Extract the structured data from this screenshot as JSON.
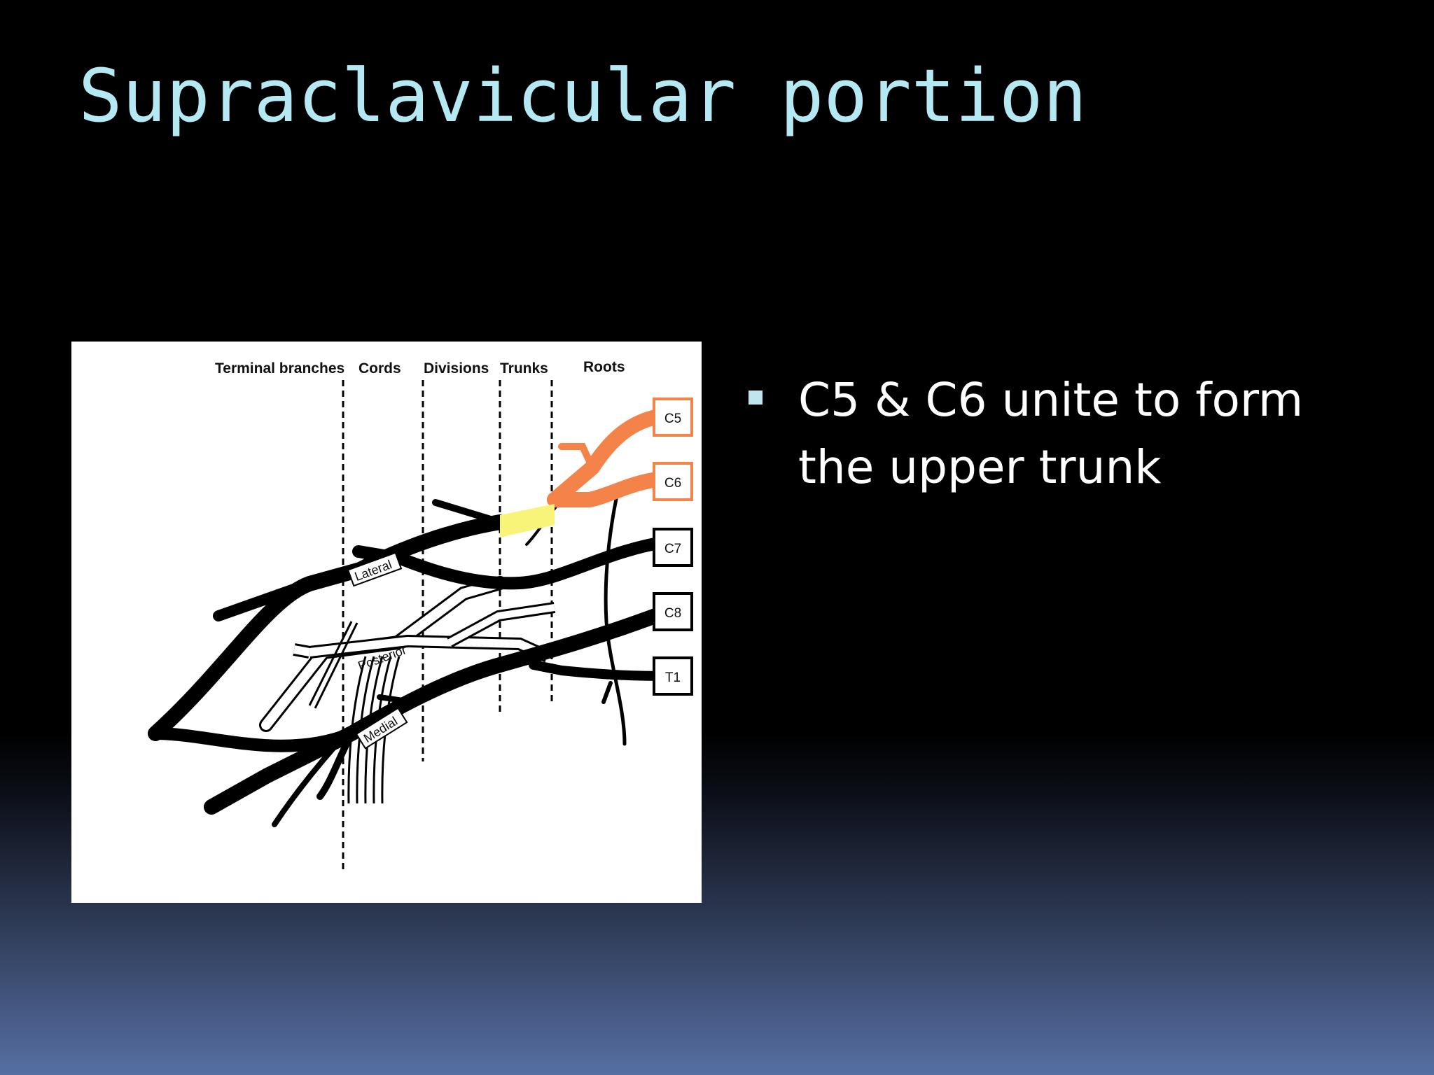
{
  "slide": {
    "title": "Supraclavicular portion"
  },
  "figure": {
    "column_headers": {
      "terminal_branches": "Terminal branches",
      "cords": "Cords",
      "divisions": "Divisions",
      "trunks": "Trunks",
      "roots": "Roots"
    },
    "roots": [
      "C5",
      "C6",
      "C7",
      "C8",
      "T1"
    ],
    "cord_labels": {
      "lateral": "Lateral",
      "posterior": "Posterior",
      "medial": "Medial"
    },
    "colors": {
      "highlight_roots": "#f4834a",
      "upper_trunk": "#f8f47a",
      "nerve": "#000000"
    }
  },
  "bullets": [
    {
      "text": "C5 & C6 unite to form the upper trunk"
    }
  ]
}
